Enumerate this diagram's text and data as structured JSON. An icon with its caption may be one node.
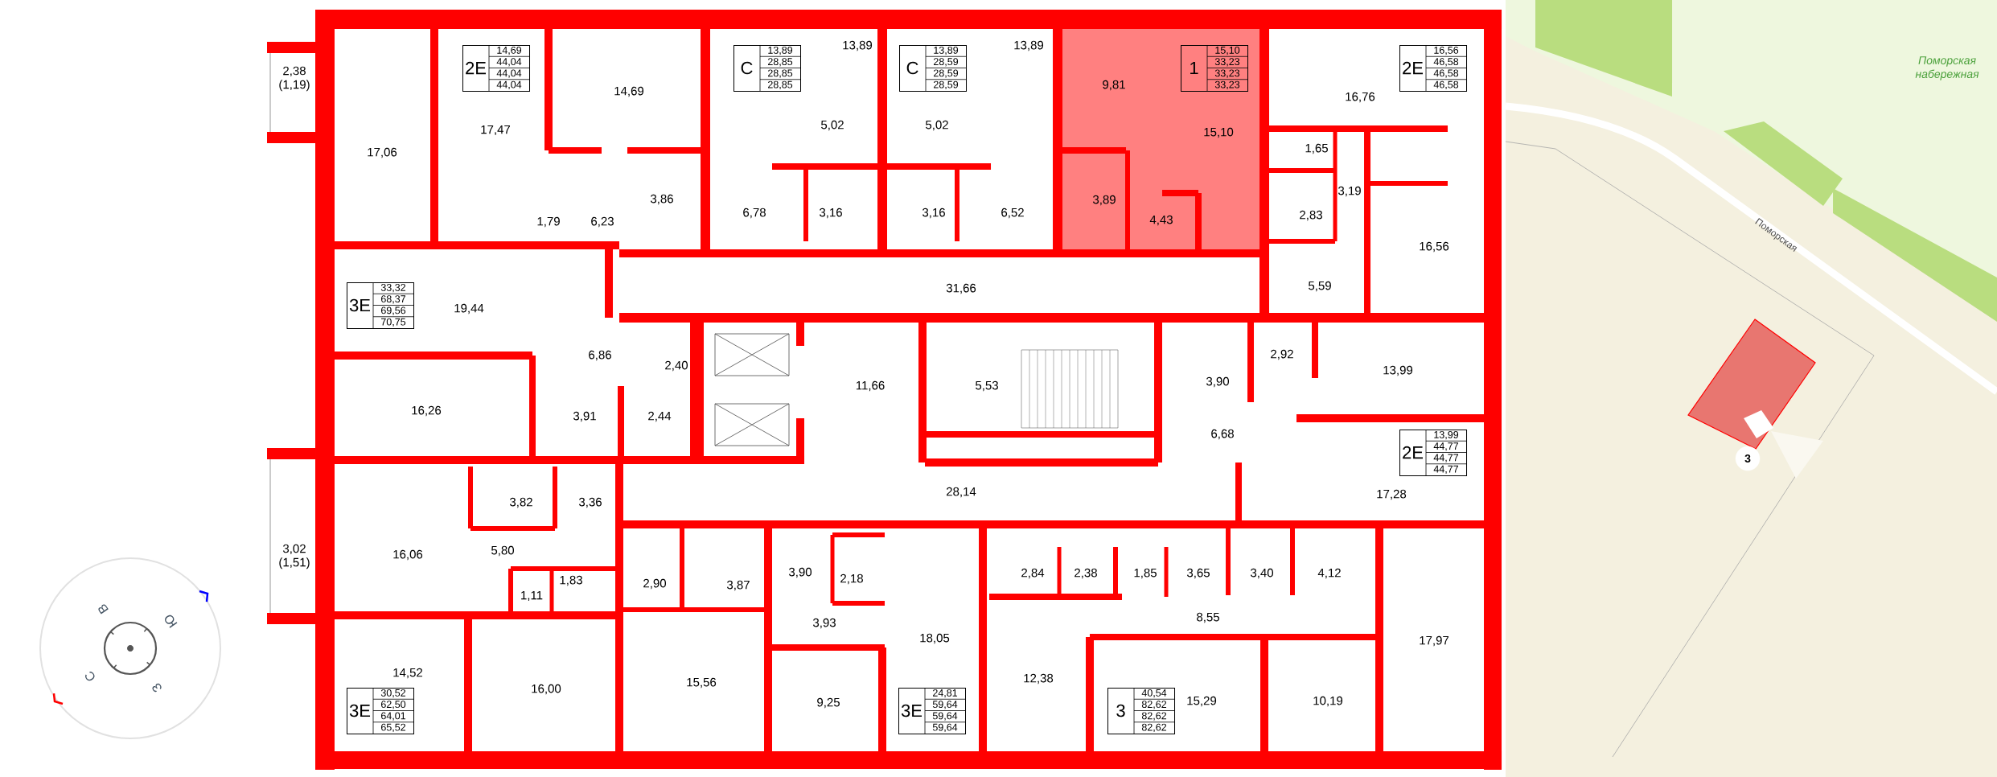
{
  "diagram": {
    "nodes": [
      {
        "text": [
          "2E",
          "14,69",
          "44,04",
          "44,04",
          "44,04"
        ]
      },
      {
        "text": [
          "C",
          "13,89",
          "28,85",
          "28,85",
          "28,85"
        ]
      },
      {
        "text": [
          "C",
          "13,89",
          "28,59",
          "28,59",
          "28,59"
        ]
      },
      {
        "text": [
          "1",
          "15,10",
          "33,23",
          "33,23",
          "33,23"
        ]
      },
      {
        "text": [
          "2E",
          "16,56",
          "46,58",
          "46,58",
          "46,58"
        ]
      },
      {
        "text": [
          "3E",
          "33,32",
          "68,37",
          "69,56",
          "70,75"
        ]
      },
      {
        "text": [
          "2E",
          "13,99",
          "44,77",
          "44,77",
          "44,77"
        ]
      },
      {
        "text": [
          "3E",
          "30,52",
          "62,50",
          "64,01",
          "65,52"
        ]
      },
      {
        "text": [
          "3E",
          "24,81",
          "59,64",
          "59,64",
          "59,64"
        ]
      },
      {
        "text": [
          "3",
          "40,54",
          "82,62",
          "82,62",
          "82,62"
        ]
      },
      {
        "text": [
          "3"
        ]
      }
    ],
    "labels": [
      "2,38 (1,19)",
      "17,06",
      "17,47",
      "14,69",
      "13,89",
      "13,89",
      "9,81",
      "15,10",
      "16,76",
      "5,02",
      "5,02",
      "1,65",
      "1,79",
      "6,23",
      "3,86",
      "6,78",
      "3,16",
      "3,16",
      "6,52",
      "3,89",
      "4,43",
      "3,19",
      "2,83",
      "16,56",
      "31,66",
      "5,59",
      "19,44",
      "6,86",
      "2,40",
      "2,92",
      "13,99",
      "11,66",
      "5,53",
      "3,90",
      "16,26",
      "3,91",
      "2,44",
      "6,68",
      "28,14",
      "17,28",
      "3,82",
      "3,36",
      "3,02 (1,51)",
      "16,06",
      "5,80",
      "3,90",
      "2,84",
      "2,38",
      "1,85",
      "3,65",
      "3,40",
      "4,12",
      "1,83",
      "2,18",
      "2,90",
      "3,87",
      "1,11",
      "8,55",
      "3,93",
      "18,05",
      "17,97",
      "14,52",
      "16,00",
      "15,56",
      "9,25",
      "12,38",
      "15,29",
      "10,19",
      "В",
      "Ю",
      "С",
      "З",
      "Поморская набережная",
      "Поморская"
    ]
  }
}
